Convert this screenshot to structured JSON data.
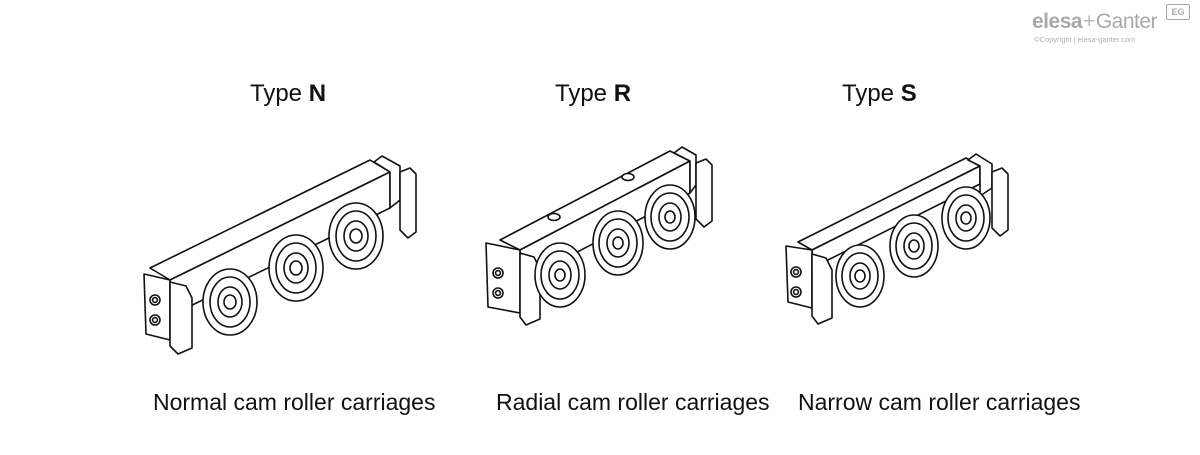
{
  "logo": {
    "brand_left": "elesa",
    "plus": "+",
    "brand_right": "Ganter",
    "badge": "EG",
    "copyright": "©Copyright | elesa-ganter.com"
  },
  "types": [
    {
      "prefix": "Type ",
      "letter": "N",
      "caption": "Normal cam roller carriages"
    },
    {
      "prefix": "Type ",
      "letter": "R",
      "caption": "Radial cam roller carriages"
    },
    {
      "prefix": "Type ",
      "letter": "S",
      "caption": "Narrow cam roller carriages"
    }
  ]
}
